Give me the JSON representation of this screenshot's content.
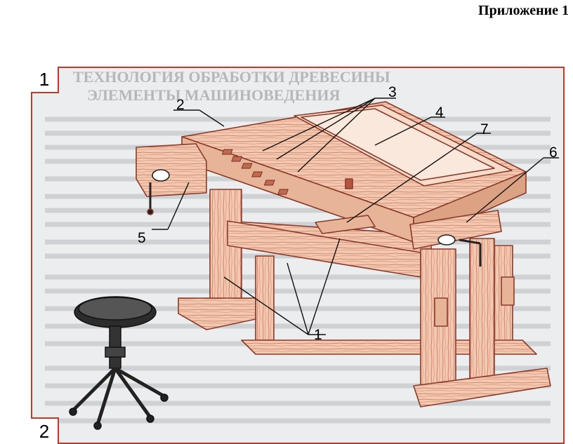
{
  "header": {
    "appendix_label": "Приложение 1"
  },
  "figure": {
    "panel_labels": [
      "1",
      "2"
    ],
    "callouts": [
      {
        "number": "1",
        "part": "legs"
      },
      {
        "number": "2",
        "part": "bench-top"
      },
      {
        "number": "3",
        "part": "bench-dog-holes"
      },
      {
        "number": "4",
        "part": "tray"
      },
      {
        "number": "5",
        "part": "front-vise"
      },
      {
        "number": "6",
        "part": "tail-vise"
      },
      {
        "number": "7",
        "part": "stop-board"
      }
    ],
    "background_text_lines": [
      "ТЕХНОЛОГИЯ ОБРАБОТКИ ДРЕВЕСИНЫ",
      "ЭЛЕМЕНТЫ МАШИНОВЕДЕНИЯ"
    ],
    "colors": {
      "frame": "#c0392b",
      "wood": "#f2c9b0",
      "wood_dark": "#d9957a",
      "grain": "#b5553f",
      "stool_metal": "#2c2c2c"
    }
  }
}
